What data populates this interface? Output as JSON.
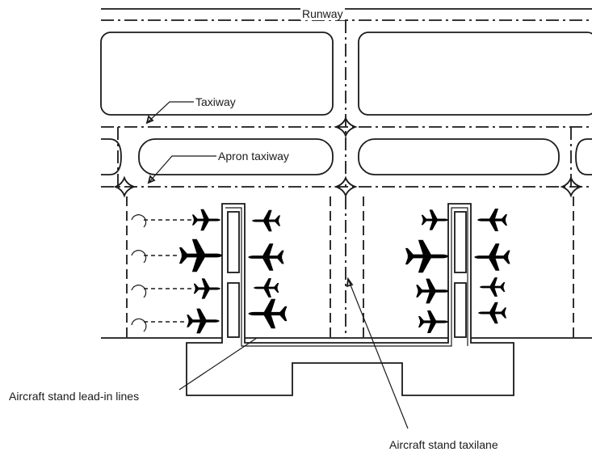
{
  "labels": {
    "runway": "Runway",
    "taxiway": "Taxiway",
    "apron_taxiway": "Apron taxiway",
    "lead_in_lines": "Aircraft stand lead-in lines",
    "stand_taxilane": "Aircraft stand taxilane"
  },
  "colors": {
    "line": "#1a1a1a",
    "background": "#ffffff"
  },
  "icons": [
    "aircraft-icon"
  ]
}
